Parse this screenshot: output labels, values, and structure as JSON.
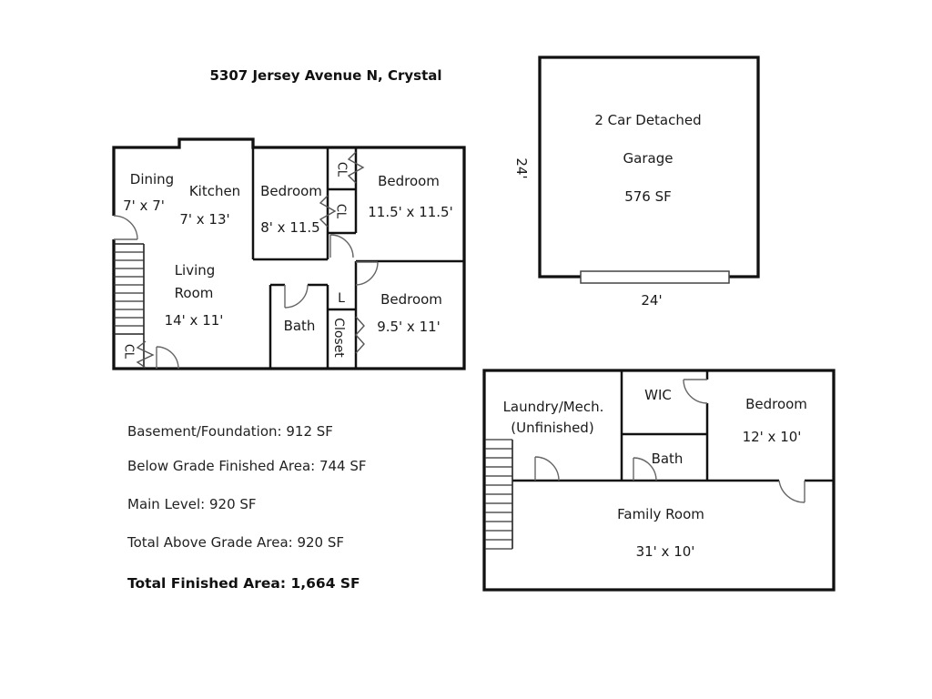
{
  "page_title": "5307 Jersey Avenue N, Crystal",
  "main_level": {
    "dining": {
      "name": "Dining",
      "dims": "7' x 7'"
    },
    "kitchen": {
      "name": "Kitchen",
      "dims": "7' x 13'"
    },
    "bedroom_small": {
      "name": "Bedroom",
      "dims": "8' x 11.5"
    },
    "bedroom_large": {
      "name": "Bedroom",
      "dims": "11.5' x 11.5'"
    },
    "living_room": {
      "name_line1": "Living",
      "name_line2": "Room",
      "dims": "14' x 11'"
    },
    "bath": {
      "name": "Bath"
    },
    "bedroom_mid": {
      "name": "Bedroom",
      "dims": "9.5' x 11'"
    },
    "closet_top_label": "CL",
    "closet_mid_label": "CL",
    "linen_label": "L",
    "closet_label": "Closet",
    "entry_closet_label": "CL"
  },
  "garage": {
    "label_line1": "2 Car Detached",
    "label_line2": "Garage",
    "label_line3": "576 SF",
    "dim_left": "24'",
    "dim_bottom": "24'"
  },
  "basement": {
    "laundry_line1": "Laundry/Mech.",
    "laundry_line2": "(Unfinished)",
    "wic_label": "WIC",
    "bath_label": "Bath",
    "bedroom": {
      "name": "Bedroom",
      "dims": "12' x 10'"
    },
    "family_room": {
      "name": "Family Room",
      "dims": "31' x 10'"
    }
  },
  "stats": {
    "basement_foundation": "Basement/Foundation: 912 SF",
    "below_grade_finished": "Below Grade Finished Area: 744 SF",
    "main_level": "Main Level: 920 SF",
    "total_above_grade": "Total Above Grade Area: 920 SF",
    "total_finished": "Total Finished Area: 1,664 SF"
  },
  "colors": {
    "wall": "#111111",
    "door_arc": "#666666",
    "text": "#1a1a1a",
    "background": "#ffffff"
  }
}
